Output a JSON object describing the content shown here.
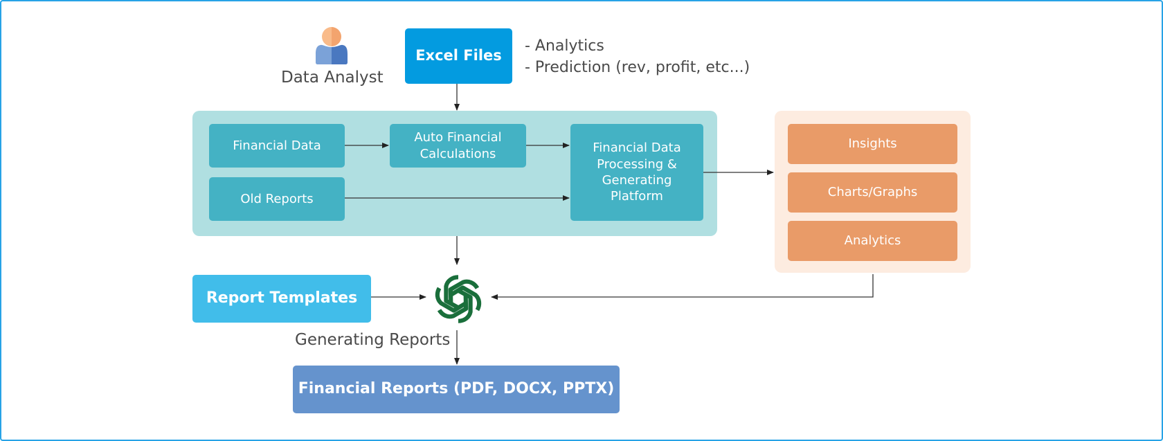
{
  "actor": {
    "label": "Data Analyst",
    "icon": "user-icon"
  },
  "source": {
    "label": "Excel Files",
    "notes": [
      "- Analytics",
      "- Prediction (rev, profit, etc...)"
    ]
  },
  "processing_group": {
    "inputs": [
      "Financial Data",
      "Old Reports"
    ],
    "calc": "Auto Financial Calculations",
    "platform": "Financial Data Processing & Generating Platform"
  },
  "outputs_group": {
    "items": [
      "Insights",
      "Charts/Graphs",
      "Analytics"
    ]
  },
  "templates": {
    "label": "Report Templates"
  },
  "ai_engine": {
    "icon": "openai-logo-icon",
    "caption": "Generating Reports"
  },
  "result": {
    "label": "Financial Reports (PDF, DOCX, PPTX)"
  },
  "colors": {
    "frame": "#27a3e6",
    "excel": "#039be0",
    "teal_bg": "#b0dfe1",
    "teal_box": "#44b2c4",
    "orange_bg": "#fdece0",
    "orange_box": "#e99b68",
    "templates": "#41bdea",
    "result": "#6593cd",
    "logo": "#1a6f3b"
  }
}
